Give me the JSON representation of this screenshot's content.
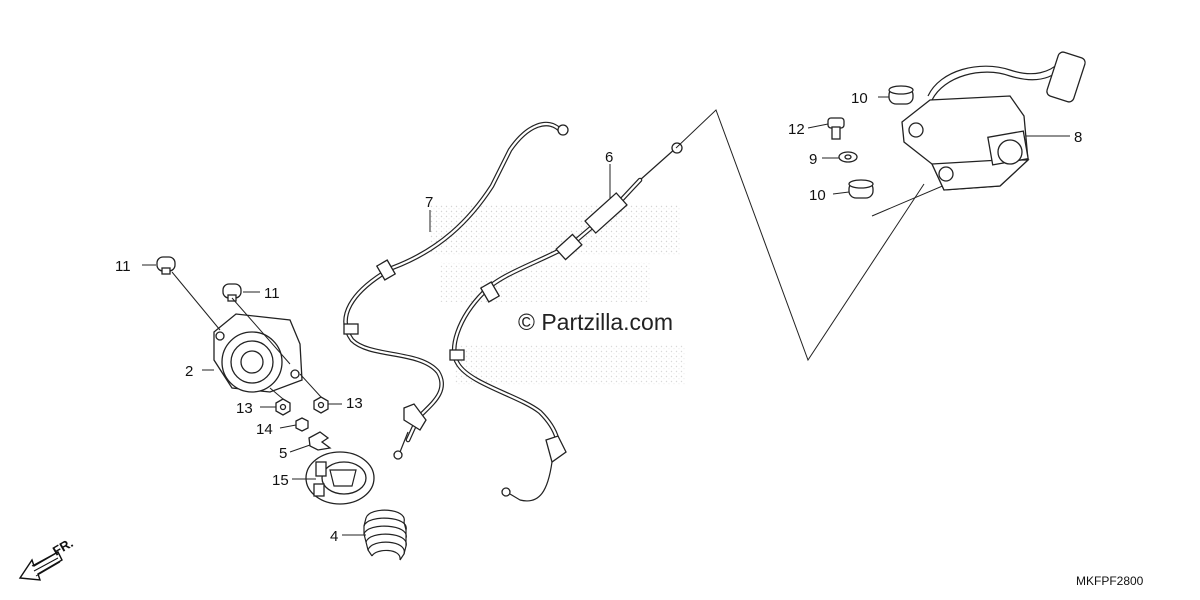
{
  "diagram": {
    "callouts": {
      "c11a": "11",
      "c11b": "11",
      "c2": "2",
      "c13a": "13",
      "c13b": "13",
      "c14": "14",
      "c5": "5",
      "c15": "15",
      "c4": "4",
      "c7": "7",
      "c6": "6",
      "c10a": "10",
      "c12": "12",
      "c9": "9",
      "c10b": "10",
      "c8": "8"
    },
    "watermark": "© Partzilla.com",
    "diagram_code": "MKFPF2800",
    "direction_label": "FR."
  }
}
